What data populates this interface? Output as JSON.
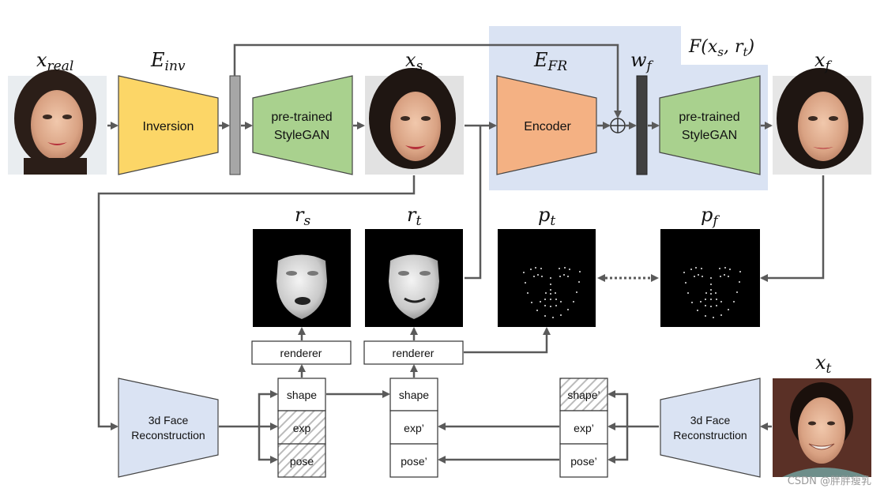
{
  "labels": {
    "x_real": "x",
    "x_real_sub": "real",
    "e_inv": "E",
    "e_inv_sub": "inv",
    "x_s": "x",
    "x_s_sub": "s",
    "e_fr": "E",
    "e_fr_sub": "FR",
    "w_f": "w",
    "w_f_sub": "f",
    "f_func": "F(x",
    "f_func_s": "s",
    "f_func_mid": ", r",
    "f_func_t": "t",
    "f_func_end": ")",
    "x_f": "x",
    "x_f_sub": "f",
    "r_s": "r",
    "r_s_sub": "s",
    "r_t": "r",
    "r_t_sub": "t",
    "p_t": "p",
    "p_t_sub": "t",
    "p_f": "p",
    "p_f_sub": "f",
    "x_t": "x",
    "x_t_sub": "t"
  },
  "blocks": {
    "inversion": "Inversion",
    "stylegan1_l1": "pre-trained",
    "stylegan1_l2": "StyleGAN",
    "encoder": "Encoder",
    "stylegan2_l1": "pre-trained",
    "stylegan2_l2": "StyleGAN",
    "recon_left_l1": "3d Face",
    "recon_left_l2": "Reconstruction",
    "recon_right_l1": "3d Face",
    "recon_right_l2": "Reconstruction",
    "renderer_left": "renderer",
    "renderer_right": "renderer"
  },
  "params": {
    "left": [
      "shape",
      "exp",
      "pose"
    ],
    "mid": [
      "shape",
      "exp’",
      "pose’"
    ],
    "right": [
      "shape’",
      "exp’",
      "pose’"
    ]
  },
  "colors": {
    "inversion": "#fcd667",
    "stylegan": "#a9d18e",
    "encoder": "#f4b183",
    "recon": "#dae3f3",
    "highlight": "#dae3f3",
    "arrow": "#5a5a5a"
  },
  "watermark": "CSDN @胖胖瘦乳"
}
